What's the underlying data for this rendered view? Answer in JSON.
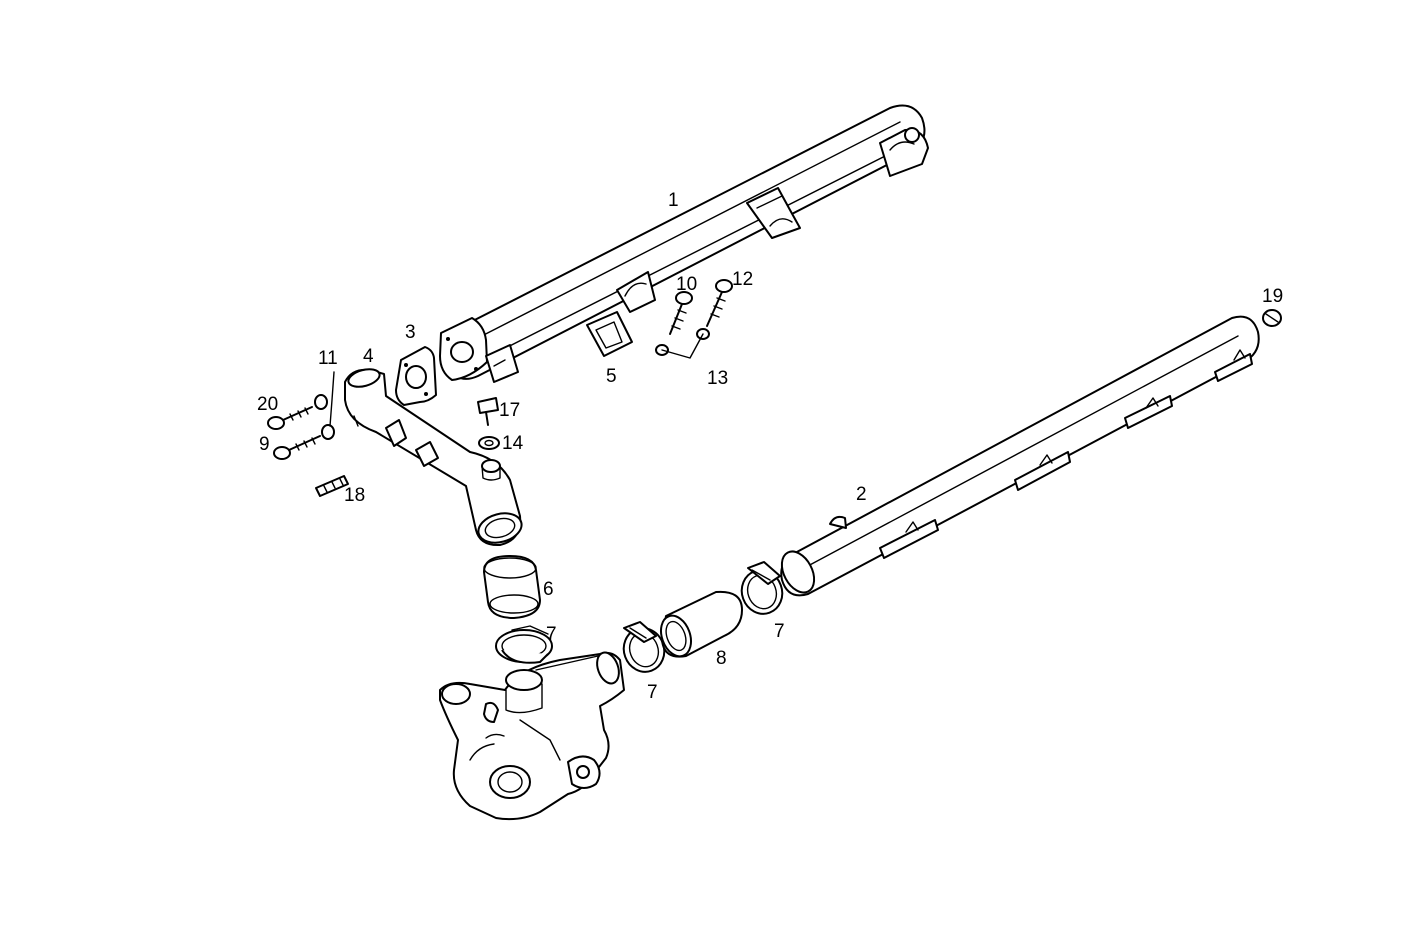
{
  "callouts": {
    "c1": "1",
    "c2": "2",
    "c3": "3",
    "c4": "4",
    "c5": "5",
    "c6": "6",
    "c7a": "7",
    "c7b": "7",
    "c7c": "7",
    "c8": "8",
    "c9": "9",
    "c10": "10",
    "c11": "11",
    "c12": "12",
    "c13": "13",
    "c14": "14",
    "c17": "17",
    "c18": "18",
    "c19": "19",
    "c20": "20"
  }
}
